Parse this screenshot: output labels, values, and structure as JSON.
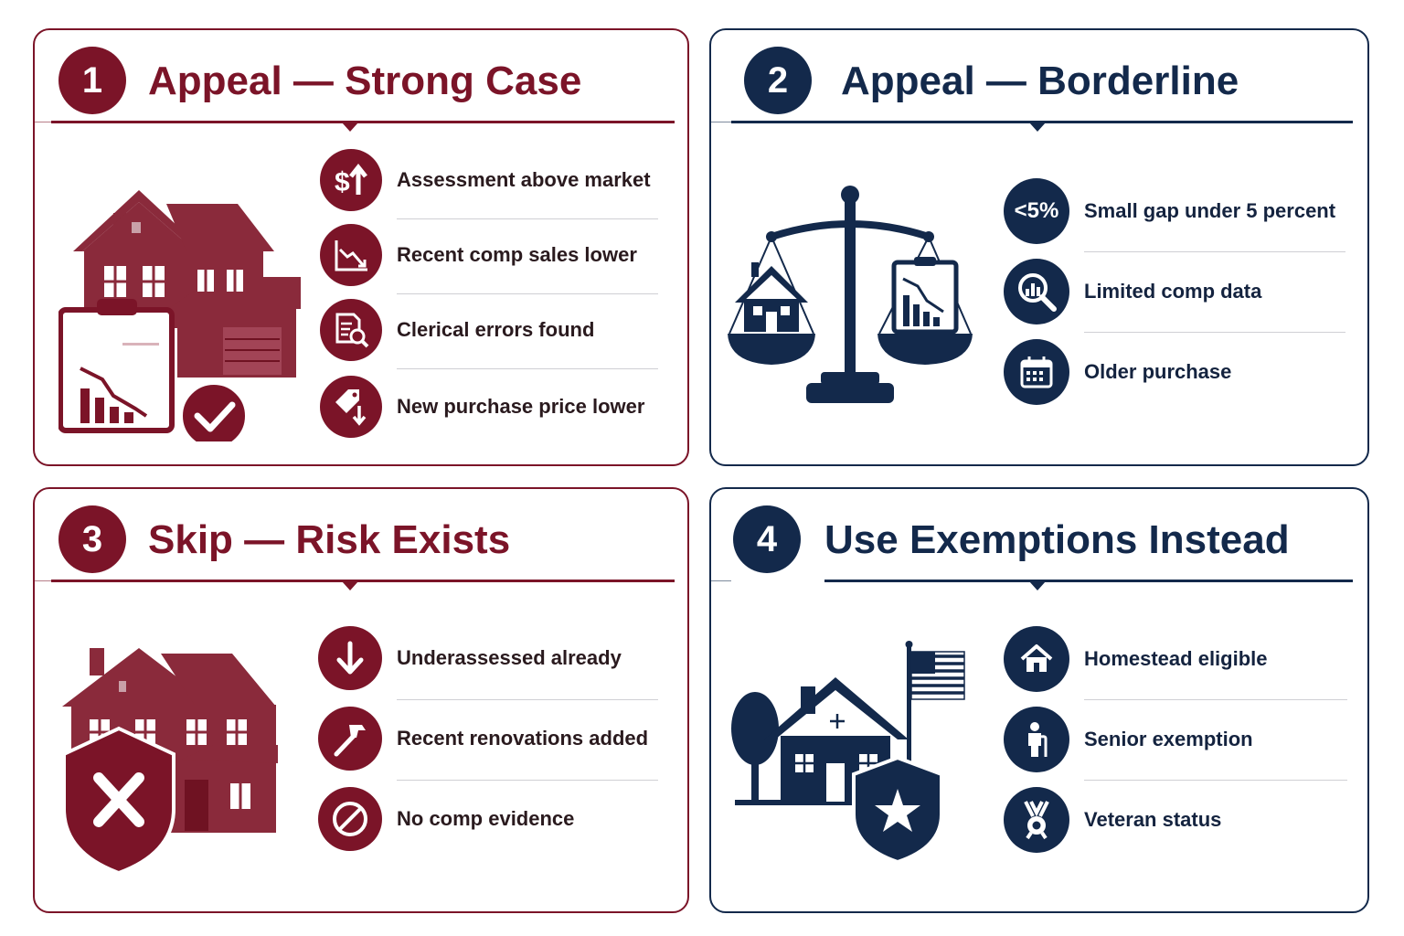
{
  "colors": {
    "maroon": "#7b1428",
    "navy": "#13294b",
    "maroon_text": "#2a1a1e",
    "navy_text": "#14233f"
  },
  "cards": [
    {
      "number": "1",
      "title": "Appeal — Strong Case",
      "illustration": "house-with-declining-chart-checkmark",
      "items": [
        {
          "icon": "dollar-up-arrow-icon",
          "label": "Assessment above market"
        },
        {
          "icon": "declining-chart-icon",
          "label": "Recent comp sales lower"
        },
        {
          "icon": "document-magnifier-icon",
          "label": "Clerical errors found"
        },
        {
          "icon": "price-tag-down-icon",
          "label": "New purchase price lower"
        }
      ]
    },
    {
      "number": "2",
      "title": "Appeal — Borderline",
      "illustration": "balance-scale-house-vs-chart",
      "items": [
        {
          "icon": "less-than-5-percent-icon",
          "badge": "<5%",
          "label": "Small gap under 5 percent"
        },
        {
          "icon": "magnifier-chart-icon",
          "label": "Limited comp data"
        },
        {
          "icon": "calendar-icon",
          "label": "Older purchase"
        }
      ]
    },
    {
      "number": "3",
      "title": "Skip — Risk Exists",
      "illustration": "house-with-x-shield",
      "items": [
        {
          "icon": "down-arrow-icon",
          "label": "Underassessed already"
        },
        {
          "icon": "hammer-icon",
          "label": "Recent renovations added"
        },
        {
          "icon": "prohibited-icon",
          "label": "No comp evidence"
        }
      ]
    },
    {
      "number": "4",
      "title": "Use Exemptions Instead",
      "illustration": "house-flag-star-shield",
      "items": [
        {
          "icon": "home-icon",
          "label": "Homestead eligible"
        },
        {
          "icon": "senior-person-icon",
          "label": "Senior exemption"
        },
        {
          "icon": "medal-icon",
          "label": "Veteran status"
        }
      ]
    }
  ]
}
